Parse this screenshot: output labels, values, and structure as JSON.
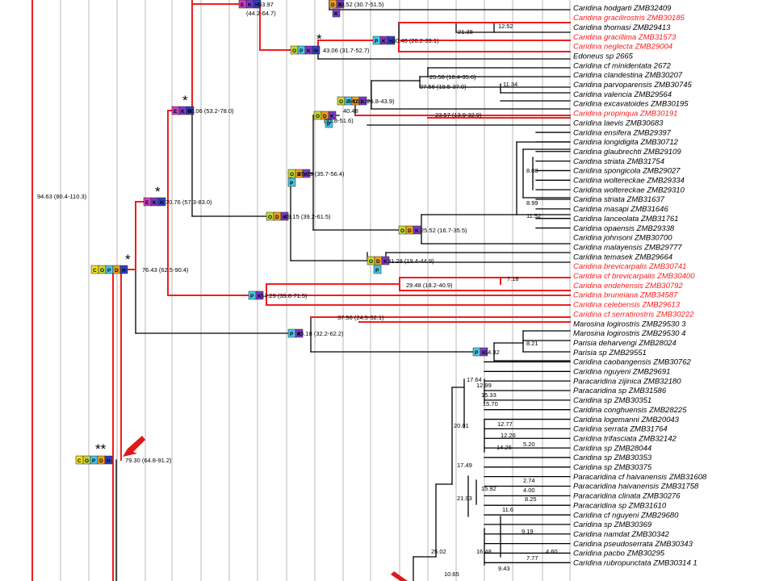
{
  "colors": {
    "red_branch": "#f01d1d",
    "black_branch": "#000000",
    "red_label": "#ff1a1a",
    "gridline": "#9a9a9a",
    "state_C": "#f0e020",
    "state_O": "#c8d838",
    "state_P": "#48c8e8",
    "state_D": "#f0a020",
    "state_K": "#7a3cc8",
    "state_E": "#d040c0",
    "state_H": "#3040c0"
  },
  "tips": [
    {
      "label": "Caridina hodgarti ZMB32409",
      "red": false
    },
    {
      "label": "Caridina gracilirostris ZMB30185",
      "red": true
    },
    {
      "label": "Caridina thomasi ZMB29413",
      "red": false
    },
    {
      "label": "Caridina gracillima ZMB31573",
      "red": true
    },
    {
      "label": "Caridina neglecta ZMB29004",
      "red": true
    },
    {
      "label": "Edoneus sp 2665",
      "red": false
    },
    {
      "label": "Caridina cf minidentata 2672",
      "red": false
    },
    {
      "label": "Caridina clandestina ZMB30207",
      "red": false
    },
    {
      "label": "Caridina parvoparensis ZMB30745",
      "red": false
    },
    {
      "label": "Caridina valencia ZMB29564",
      "red": false
    },
    {
      "label": "Caridina excavatoides ZMB30195",
      "red": false
    },
    {
      "label": "Caridina propinqua ZMB30191",
      "red": true
    },
    {
      "label": "Caridina laevis ZMB30683",
      "red": false
    },
    {
      "label": "Caridina ensifera ZMB29397",
      "red": false
    },
    {
      "label": "Caridina longidigita ZMB30712",
      "red": false
    },
    {
      "label": "Caridina glaubrechti ZMB29109",
      "red": false
    },
    {
      "label": "Caridina striata ZMB31754",
      "red": false
    },
    {
      "label": "Caridina spongicola ZMB29027",
      "red": false
    },
    {
      "label": "Caridina woltereckae ZMB29334",
      "red": false
    },
    {
      "label": "Caridina woltereckae ZMB29310",
      "red": false
    },
    {
      "label": "Caridina striata ZMB31637",
      "red": false
    },
    {
      "label": "Caridina masapi ZMB31646",
      "red": false
    },
    {
      "label": "Caridina lanceolata ZMB31761",
      "red": false
    },
    {
      "label": "Caridina opaensis ZMB29338",
      "red": false
    },
    {
      "label": "Caridina johnsoni ZMB30700",
      "red": false
    },
    {
      "label": "Caridina malayensis ZMB29777",
      "red": false
    },
    {
      "label": "Caridina temasek ZMB29664",
      "red": false
    },
    {
      "label": "Caridina brevicarpalis ZMB30741",
      "red": true
    },
    {
      "label": "Caridina cf brevicarpalis ZMB30400",
      "red": true
    },
    {
      "label": "Caridina endehensis ZMB30792",
      "red": true
    },
    {
      "label": "Caridina bruneiana ZMB34587",
      "red": true
    },
    {
      "label": "Caridina celebensis ZMB29613",
      "red": true
    },
    {
      "label": "Caridina cf serratirostris ZMB30222",
      "red": true
    },
    {
      "label": "Marosina logirostris ZMB29530 3",
      "red": false
    },
    {
      "label": "Marosina logirostris ZMB29530 4",
      "red": false
    },
    {
      "label": "Parisia deharvengi ZMB28024",
      "red": false
    },
    {
      "label": "Parisia sp ZMB29551",
      "red": false
    },
    {
      "label": "Caridina caobangensis ZMB30762",
      "red": false
    },
    {
      "label": "Caridina nguyeni ZMB29691",
      "red": false
    },
    {
      "label": "Paracaridina zijinica ZMB32180",
      "red": false
    },
    {
      "label": "Paracaridina sp ZMB31586",
      "red": false
    },
    {
      "label": "Caridina sp ZMB30351",
      "red": false
    },
    {
      "label": "Caridina conghuensis ZMB28225",
      "red": false
    },
    {
      "label": "Caridina logemanni ZMB20043",
      "red": false
    },
    {
      "label": "Caridina serrata ZMB31764",
      "red": false
    },
    {
      "label": "Caridina trifasciata ZMB32142",
      "red": false
    },
    {
      "label": "Caridina sp ZMB28044",
      "red": false
    },
    {
      "label": "Caridina sp ZMB30353",
      "red": false
    },
    {
      "label": "Caridina sp ZMB30375",
      "red": false
    },
    {
      "label": "Paracaridina cf haivanensis ZMB31608",
      "red": false
    },
    {
      "label": "Paracaridina haivanensis ZMB31758",
      "red": false
    },
    {
      "label": "Paracaridina clinata ZMB30276",
      "red": false
    },
    {
      "label": "Paracaridina sp ZMB31610",
      "red": false
    },
    {
      "label": "Caridina cf nguyeni ZMB29680",
      "red": false
    },
    {
      "label": "Caridina sp ZMB30369",
      "red": false
    },
    {
      "label": "Caridina namdat ZMB30342",
      "red": false
    },
    {
      "label": "Caridina pseudoserrata ZMB30343",
      "red": false
    },
    {
      "label": "Caridina pacbo ZMB30295",
      "red": false
    },
    {
      "label": "Caridina rubropunctata ZMB30314 1",
      "red": false
    }
  ],
  "node_labels": [
    {
      "text": "94.63 (80.4-110.3)"
    },
    {
      "text": "79.30 (64.8-91.2)"
    },
    {
      "text": "76.43 (62.5-90.4)"
    },
    {
      "text": "70.76 (57.3-83.0)"
    },
    {
      "text": "66.06 (53.2-78.0)"
    },
    {
      "text": "53.97"
    },
    {
      "text": "(44.2-64.7)"
    },
    {
      "text": "39.52 (30.7-51.5)"
    },
    {
      "text": "43.06 (31.7-52.7)"
    },
    {
      "text": "30.40 (20.2-39.1)"
    },
    {
      "text": "21.38"
    },
    {
      "text": "12.52"
    },
    {
      "text": "49.15 (39.2-61.5)"
    },
    {
      "text": "45.39 (35.7-56.4)"
    },
    {
      "text": "40.48"
    },
    {
      "text": "(31.8-51.6)"
    },
    {
      "text": "34.51 (26.8-43.9)"
    },
    {
      "text": "27.56 (19.5-37.0)"
    },
    {
      "text": "25.58 (18.4-35.6)"
    },
    {
      "text": "11.34"
    },
    {
      "text": "23.57 (13.9-32.9)"
    },
    {
      "text": "25.52 (16.7-35.5)"
    },
    {
      "text": "11.52"
    },
    {
      "text": "8.99"
    },
    {
      "text": "8.08"
    },
    {
      "text": "31.28 (19.4-44.9)"
    },
    {
      "text": "54.29 (39.8-71.5)"
    },
    {
      "text": "29.48 (18.2-40.9)"
    },
    {
      "text": "7.18"
    },
    {
      "text": "45.18 (32.2-62.2)"
    },
    {
      "text": "37.56 (24.5-52.1)"
    },
    {
      "text": "14.32"
    },
    {
      "text": "8.21"
    },
    {
      "text": "17.64"
    },
    {
      "text": "12.99"
    },
    {
      "text": "15.33"
    },
    {
      "text": "15.70"
    },
    {
      "text": "20.01"
    },
    {
      "text": "12.77"
    },
    {
      "text": "12.26"
    },
    {
      "text": "14.26"
    },
    {
      "text": "5.20"
    },
    {
      "text": "17.49"
    },
    {
      "text": "15.92"
    },
    {
      "text": "2.74"
    },
    {
      "text": "4.00"
    },
    {
      "text": "8.25"
    },
    {
      "text": "11.6"
    },
    {
      "text": "21.93"
    },
    {
      "text": "9.19"
    },
    {
      "text": "16.48"
    },
    {
      "text": "7.77"
    },
    {
      "text": "4.60"
    },
    {
      "text": "9.43"
    },
    {
      "text": "25.02"
    },
    {
      "text": "10.65"
    }
  ],
  "markers": [
    {
      "text": "*"
    },
    {
      "text": "*"
    },
    {
      "text": "*"
    },
    {
      "text": "*"
    },
    {
      "text": "**"
    }
  ],
  "pie_letters": {
    "C": "C",
    "O": "O",
    "P": "P",
    "D": "D",
    "K": "K",
    "E": "E",
    "H": "H"
  }
}
